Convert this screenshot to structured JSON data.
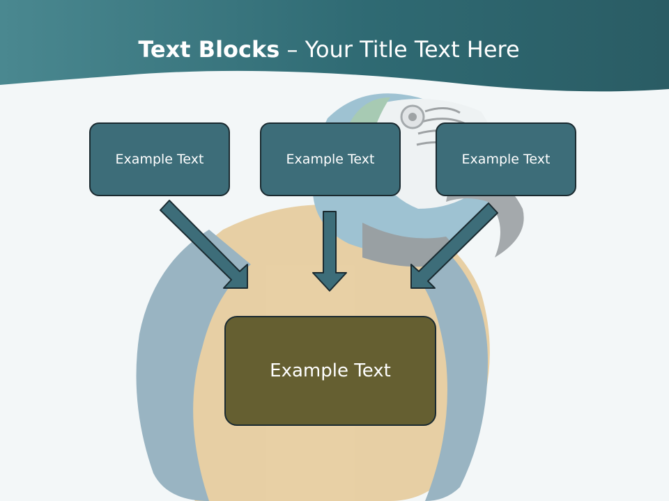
{
  "title": {
    "bold": "Text Blocks",
    "separator": " – ",
    "rest": "Your Title Text Here"
  },
  "boxes": {
    "left": "Example Text",
    "center": "Example Text",
    "right": "Example Text",
    "result": "Example Text"
  },
  "colors": {
    "header": "#2b5c66",
    "box_fill": "#3d6d79",
    "result_fill": "#655f31",
    "arrow_fill": "#3d6d79",
    "outline": "#1a2a30",
    "background": "#f3f7f8"
  },
  "background_image": "macaw-parrot"
}
